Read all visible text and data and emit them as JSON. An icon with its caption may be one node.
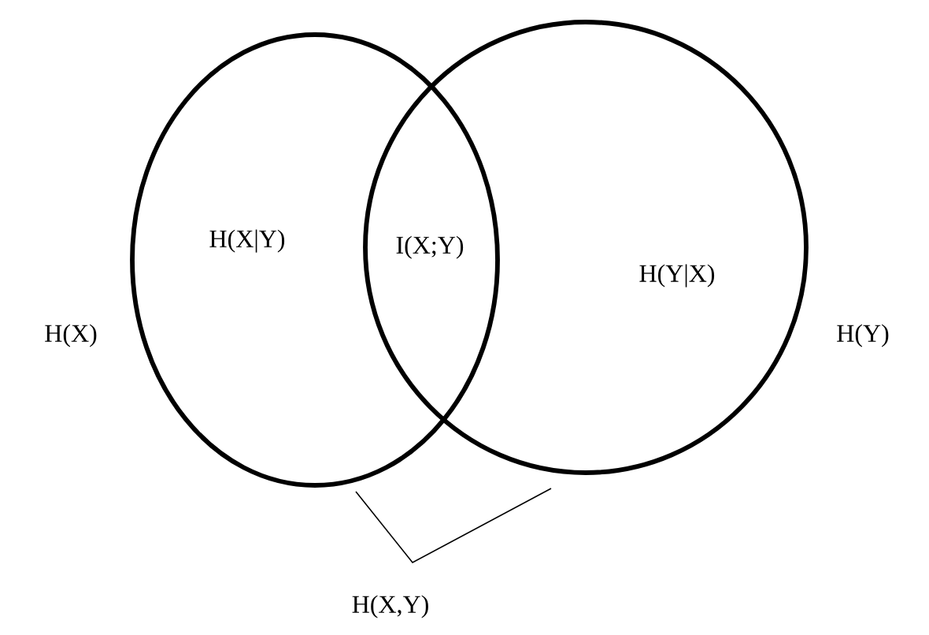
{
  "diagram": {
    "nodes": [
      {
        "text": [
          "H(X)"
        ]
      },
      {
        "text": [
          "H(Y)"
        ]
      }
    ],
    "labels": [
      "H(X|Y)",
      "I(X;Y)",
      "H(Y|X)",
      "H(X,Y)"
    ]
  }
}
